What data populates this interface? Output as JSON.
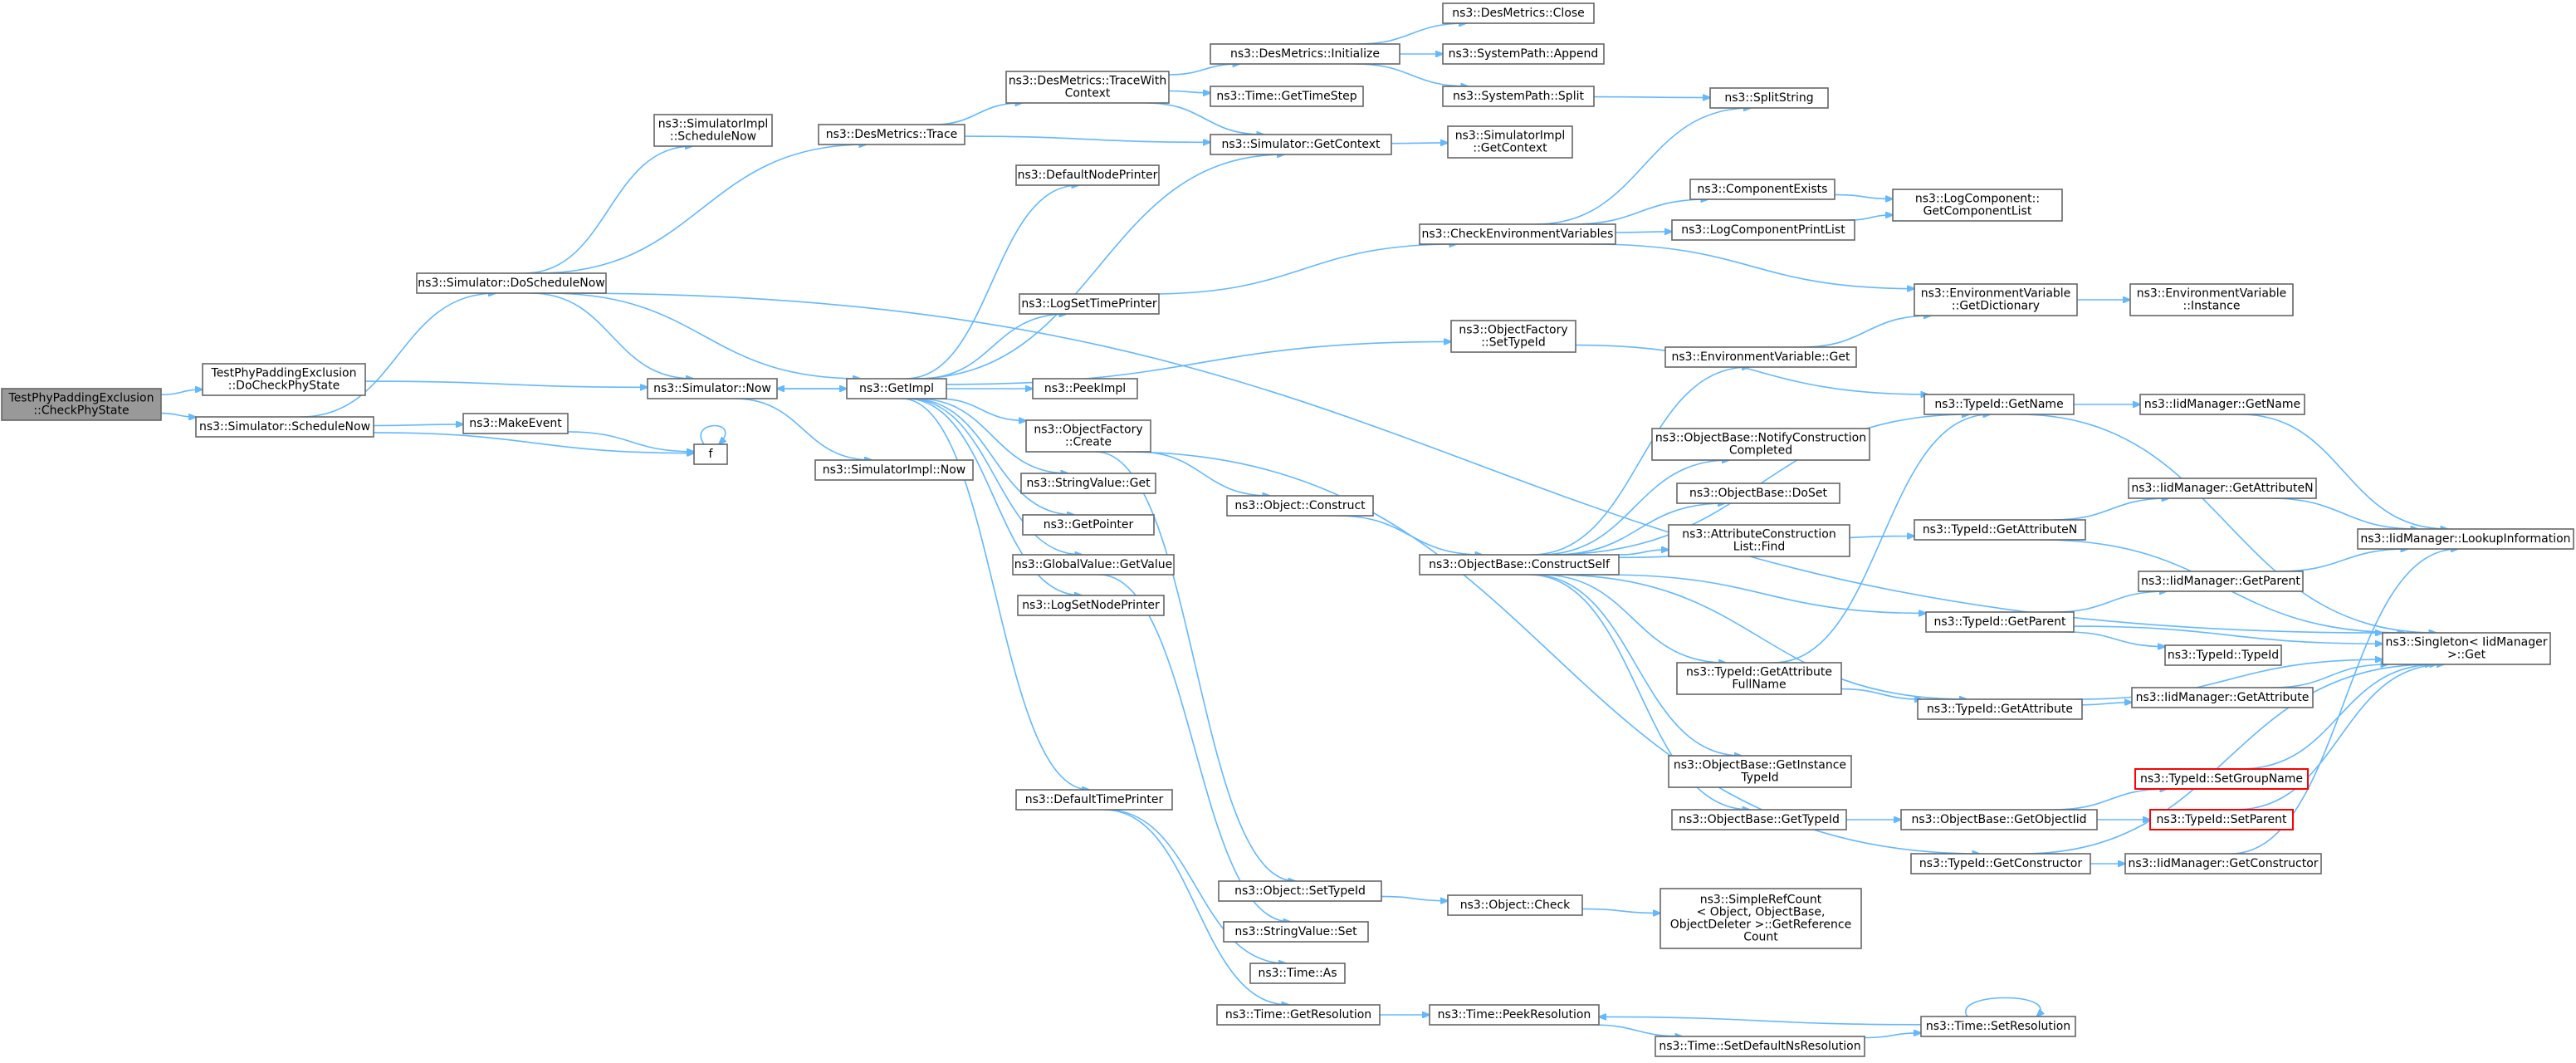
{
  "graph": {
    "edge_color": "#63b8ff",
    "root_fill": "#999999",
    "truncated_border_color": "#ff0000",
    "nodes": [
      {
        "id": "root",
        "lines": [
          "TestPhyPaddingExclusion",
          "::CheckPhyState"
        ],
        "root": true
      },
      {
        "id": "doCheck",
        "lines": [
          "TestPhyPaddingExclusion",
          "::DoCheckPhyState"
        ]
      },
      {
        "id": "schedNow",
        "lines": [
          "ns3::Simulator::ScheduleNow"
        ]
      },
      {
        "id": "doSchedNow",
        "lines": [
          "ns3::Simulator::DoScheduleNow"
        ]
      },
      {
        "id": "simNow",
        "lines": [
          "ns3::Simulator::Now"
        ]
      },
      {
        "id": "makeEvent",
        "lines": [
          "ns3::MakeEvent"
        ]
      },
      {
        "id": "f",
        "lines": [
          "f"
        ]
      },
      {
        "id": "implSchedNow",
        "lines": [
          "ns3::SimulatorImpl",
          "::ScheduleNow"
        ]
      },
      {
        "id": "desTrace",
        "lines": [
          "ns3::DesMetrics::Trace"
        ]
      },
      {
        "id": "getImpl",
        "lines": [
          "ns3::GetImpl"
        ]
      },
      {
        "id": "implNow",
        "lines": [
          "ns3::SimulatorImpl::Now"
        ]
      },
      {
        "id": "traceWithCtx",
        "lines": [
          "ns3::DesMetrics::TraceWith",
          "Context"
        ]
      },
      {
        "id": "defNodePrinter",
        "lines": [
          "ns3::DefaultNodePrinter"
        ]
      },
      {
        "id": "logSetTimePrinter",
        "lines": [
          "ns3::LogSetTimePrinter"
        ]
      },
      {
        "id": "peekImpl",
        "lines": [
          "ns3::PeekImpl"
        ]
      },
      {
        "id": "ofCreate",
        "lines": [
          "ns3::ObjectFactory",
          "::Create"
        ]
      },
      {
        "id": "svGet",
        "lines": [
          "ns3::StringValue::Get"
        ]
      },
      {
        "id": "getPointer",
        "lines": [
          "ns3::GetPointer"
        ]
      },
      {
        "id": "gvGetValue",
        "lines": [
          "ns3::GlobalValue::GetValue"
        ]
      },
      {
        "id": "logSetNodePrinter",
        "lines": [
          "ns3::LogSetNodePrinter"
        ]
      },
      {
        "id": "defTimePrinter",
        "lines": [
          "ns3::DefaultTimePrinter"
        ]
      },
      {
        "id": "desInit",
        "lines": [
          "ns3::DesMetrics::Initialize"
        ]
      },
      {
        "id": "getTimeStep",
        "lines": [
          "ns3::Time::GetTimeStep"
        ]
      },
      {
        "id": "getContext",
        "lines": [
          "ns3::Simulator::GetContext"
        ]
      },
      {
        "id": "objConstruct",
        "lines": [
          "ns3::Object::Construct"
        ]
      },
      {
        "id": "objSetTypeId",
        "lines": [
          "ns3::Object::SetTypeId"
        ]
      },
      {
        "id": "svSet",
        "lines": [
          "ns3::StringValue::Set"
        ]
      },
      {
        "id": "timeAs",
        "lines": [
          "ns3::Time::As"
        ]
      },
      {
        "id": "getResolution",
        "lines": [
          "ns3::Time::GetResolution"
        ]
      },
      {
        "id": "desClose",
        "lines": [
          "ns3::DesMetrics::Close"
        ]
      },
      {
        "id": "spAppend",
        "lines": [
          "ns3::SystemPath::Append"
        ]
      },
      {
        "id": "spSplit",
        "lines": [
          "ns3::SystemPath::Split"
        ]
      },
      {
        "id": "implGetContext",
        "lines": [
          "ns3::SimulatorImpl",
          "::GetContext"
        ]
      },
      {
        "id": "checkEnv",
        "lines": [
          "ns3::CheckEnvironmentVariables"
        ]
      },
      {
        "id": "ofSetTypeId",
        "lines": [
          "ns3::ObjectFactory",
          "::SetTypeId"
        ]
      },
      {
        "id": "constructSelf",
        "lines": [
          "ns3::ObjectBase::ConstructSelf"
        ]
      },
      {
        "id": "objCheck",
        "lines": [
          "ns3::Object::Check"
        ]
      },
      {
        "id": "peekResolution",
        "lines": [
          "ns3::Time::PeekResolution"
        ]
      },
      {
        "id": "splitString",
        "lines": [
          "ns3::SplitString"
        ]
      },
      {
        "id": "compExists",
        "lines": [
          "ns3::ComponentExists"
        ]
      },
      {
        "id": "logCompPrintList",
        "lines": [
          "ns3::LogComponentPrintList"
        ]
      },
      {
        "id": "envVarGet",
        "lines": [
          "ns3::EnvironmentVariable::Get"
        ]
      },
      {
        "id": "notifyConstruction",
        "lines": [
          "ns3::ObjectBase::NotifyConstruction",
          "Completed"
        ]
      },
      {
        "id": "obDoSet",
        "lines": [
          "ns3::ObjectBase::DoSet"
        ]
      },
      {
        "id": "acListFind",
        "lines": [
          "ns3::AttributeConstruction",
          "List::Find"
        ]
      },
      {
        "id": "getAttrFullName",
        "lines": [
          "ns3::TypeId::GetAttribute",
          "FullName"
        ]
      },
      {
        "id": "getInstanceTypeId",
        "lines": [
          "ns3::ObjectBase::GetInstance",
          "TypeId"
        ]
      },
      {
        "id": "obGetTypeId",
        "lines": [
          "ns3::ObjectBase::GetTypeId"
        ]
      },
      {
        "id": "srcGetRefCount",
        "lines": [
          "ns3::SimpleRefCount",
          "< Object, ObjectBase,",
          "ObjectDeleter >::GetReference",
          "Count"
        ]
      },
      {
        "id": "setDefaultNsRes",
        "lines": [
          "ns3::Time::SetDefaultNsResolution"
        ]
      },
      {
        "id": "getCompList",
        "lines": [
          "ns3::LogComponent::",
          "GetComponentList"
        ]
      },
      {
        "id": "envGetDict",
        "lines": [
          "ns3::EnvironmentVariable",
          "::GetDictionary"
        ]
      },
      {
        "id": "tidGetName",
        "lines": [
          "ns3::TypeId::GetName"
        ]
      },
      {
        "id": "tidGetAttrN",
        "lines": [
          "ns3::TypeId::GetAttributeN"
        ]
      },
      {
        "id": "tidGetParent",
        "lines": [
          "ns3::TypeId::GetParent"
        ]
      },
      {
        "id": "tidGetAttr",
        "lines": [
          "ns3::TypeId::GetAttribute"
        ]
      },
      {
        "id": "obGetObjectIid",
        "lines": [
          "ns3::ObjectBase::GetObjectIid"
        ]
      },
      {
        "id": "tidGetConstructor",
        "lines": [
          "ns3::TypeId::GetConstructor"
        ]
      },
      {
        "id": "setResolution",
        "lines": [
          "ns3::Time::SetResolution"
        ]
      },
      {
        "id": "envInstance",
        "lines": [
          "ns3::EnvironmentVariable",
          "::Instance"
        ]
      },
      {
        "id": "iidGetName",
        "lines": [
          "ns3::IidManager::GetName"
        ]
      },
      {
        "id": "iidGetAttrN",
        "lines": [
          "ns3::IidManager::GetAttributeN"
        ]
      },
      {
        "id": "iidGetParent",
        "lines": [
          "ns3::IidManager::GetParent"
        ]
      },
      {
        "id": "tidTypeId",
        "lines": [
          "ns3::TypeId::TypeId"
        ]
      },
      {
        "id": "iidGetAttr",
        "lines": [
          "ns3::IidManager::GetAttribute"
        ]
      },
      {
        "id": "setGroupName",
        "lines": [
          "ns3::TypeId::SetGroupName"
        ],
        "truncated": true
      },
      {
        "id": "setParent",
        "lines": [
          "ns3::TypeId::SetParent"
        ],
        "truncated": true
      },
      {
        "id": "iidGetConstructor",
        "lines": [
          "ns3::IidManager::GetConstructor"
        ]
      },
      {
        "id": "lookupInfo",
        "lines": [
          "ns3::IidManager::LookupInformation"
        ]
      },
      {
        "id": "singletonGet",
        "lines": [
          "ns3::Singleton< IidManager",
          ">::Get"
        ]
      }
    ],
    "edges": [
      [
        "root",
        "doCheck"
      ],
      [
        "root",
        "schedNow"
      ],
      [
        "doCheck",
        "simNow"
      ],
      [
        "schedNow",
        "doSchedNow"
      ],
      [
        "schedNow",
        "makeEvent"
      ],
      [
        "schedNow",
        "f"
      ],
      [
        "doSchedNow",
        "implSchedNow"
      ],
      [
        "doSchedNow",
        "desTrace"
      ],
      [
        "doSchedNow",
        "simNow"
      ],
      [
        "doSchedNow",
        "getImpl"
      ],
      [
        "doSchedNow",
        "singletonGet"
      ],
      [
        "simNow",
        "getImpl"
      ],
      [
        "simNow",
        "implNow"
      ],
      [
        "makeEvent",
        "f"
      ],
      [
        "f",
        "f"
      ],
      [
        "desTrace",
        "traceWithCtx"
      ],
      [
        "desTrace",
        "getContext"
      ],
      [
        "getImpl",
        "simNow"
      ],
      [
        "getImpl",
        "defNodePrinter"
      ],
      [
        "getImpl",
        "getContext"
      ],
      [
        "getImpl",
        "logSetTimePrinter"
      ],
      [
        "getImpl",
        "ofSetTypeId"
      ],
      [
        "getImpl",
        "peekImpl"
      ],
      [
        "getImpl",
        "ofCreate"
      ],
      [
        "getImpl",
        "svGet"
      ],
      [
        "getImpl",
        "getPointer"
      ],
      [
        "getImpl",
        "gvGetValue"
      ],
      [
        "getImpl",
        "logSetNodePrinter"
      ],
      [
        "getImpl",
        "defTimePrinter"
      ],
      [
        "traceWithCtx",
        "desInit"
      ],
      [
        "traceWithCtx",
        "getTimeStep"
      ],
      [
        "traceWithCtx",
        "getContext"
      ],
      [
        "desInit",
        "desClose"
      ],
      [
        "desInit",
        "spAppend"
      ],
      [
        "desInit",
        "spSplit"
      ],
      [
        "spSplit",
        "splitString"
      ],
      [
        "getContext",
        "implGetContext"
      ],
      [
        "logSetTimePrinter",
        "checkEnv"
      ],
      [
        "checkEnv",
        "splitString"
      ],
      [
        "checkEnv",
        "compExists"
      ],
      [
        "checkEnv",
        "logCompPrintList"
      ],
      [
        "checkEnv",
        "envGetDict"
      ],
      [
        "compExists",
        "getCompList"
      ],
      [
        "logCompPrintList",
        "getCompList"
      ],
      [
        "envGetDict",
        "envInstance"
      ],
      [
        "ofSetTypeId",
        "tidGetName"
      ],
      [
        "ofCreate",
        "objConstruct"
      ],
      [
        "ofCreate",
        "objSetTypeId"
      ],
      [
        "ofCreate",
        "tidGetConstructor"
      ],
      [
        "objConstruct",
        "constructSelf"
      ],
      [
        "gvGetValue",
        "svSet"
      ],
      [
        "defTimePrinter",
        "timeAs"
      ],
      [
        "defTimePrinter",
        "getResolution"
      ],
      [
        "objSetTypeId",
        "objCheck"
      ],
      [
        "objCheck",
        "srcGetRefCount"
      ],
      [
        "getResolution",
        "peekResolution"
      ],
      [
        "peekResolution",
        "setDefaultNsRes"
      ],
      [
        "setDefaultNsRes",
        "setResolution"
      ],
      [
        "setResolution",
        "peekResolution"
      ],
      [
        "setResolution",
        "setResolution"
      ],
      [
        "constructSelf",
        "envVarGet"
      ],
      [
        "constructSelf",
        "tidGetName"
      ],
      [
        "constructSelf",
        "notifyConstruction"
      ],
      [
        "constructSelf",
        "obDoSet"
      ],
      [
        "constructSelf",
        "acListFind"
      ],
      [
        "constructSelf",
        "tidGetAttrN"
      ],
      [
        "constructSelf",
        "tidGetParent"
      ],
      [
        "constructSelf",
        "getAttrFullName"
      ],
      [
        "constructSelf",
        "tidGetAttr"
      ],
      [
        "constructSelf",
        "getInstanceTypeId"
      ],
      [
        "constructSelf",
        "obGetTypeId"
      ],
      [
        "envVarGet",
        "envGetDict"
      ],
      [
        "getAttrFullName",
        "tidGetName"
      ],
      [
        "getAttrFullName",
        "tidGetAttr"
      ],
      [
        "obGetTypeId",
        "obGetObjectIid"
      ],
      [
        "obGetObjectIid",
        "setGroupName"
      ],
      [
        "obGetObjectIid",
        "setParent"
      ],
      [
        "tidGetName",
        "iidGetName"
      ],
      [
        "tidGetName",
        "singletonGet"
      ],
      [
        "tidGetAttrN",
        "iidGetAttrN"
      ],
      [
        "tidGetAttrN",
        "singletonGet"
      ],
      [
        "tidGetParent",
        "iidGetParent"
      ],
      [
        "tidGetParent",
        "tidTypeId"
      ],
      [
        "tidGetParent",
        "singletonGet"
      ],
      [
        "tidGetAttr",
        "iidGetAttr"
      ],
      [
        "tidGetAttr",
        "singletonGet"
      ],
      [
        "tidGetConstructor",
        "iidGetConstructor"
      ],
      [
        "tidGetConstructor",
        "singletonGet"
      ],
      [
        "iidGetName",
        "lookupInfo"
      ],
      [
        "iidGetAttrN",
        "lookupInfo"
      ],
      [
        "iidGetParent",
        "lookupInfo"
      ],
      [
        "iidGetConstructor",
        "lookupInfo"
      ],
      [
        "setGroupName",
        "singletonGet"
      ],
      [
        "setParent",
        "singletonGet"
      ],
      [
        "iidGetAttr",
        "singletonGet"
      ]
    ]
  }
}
